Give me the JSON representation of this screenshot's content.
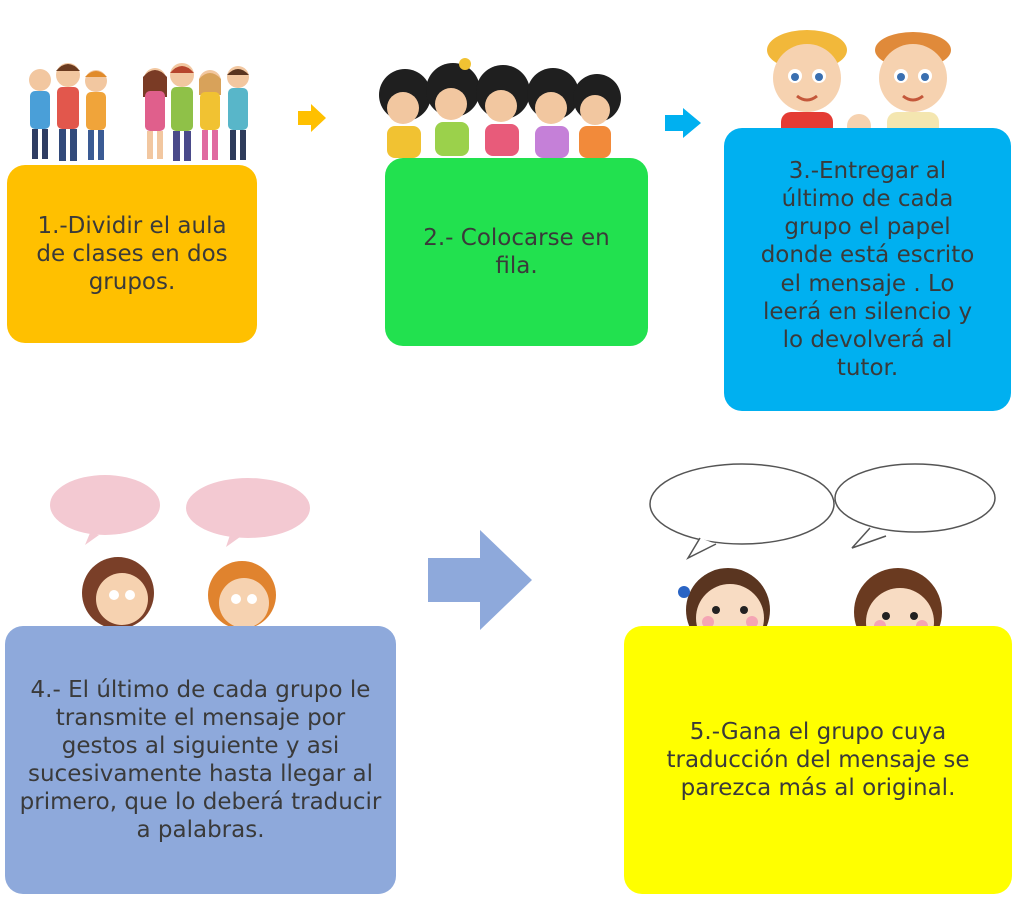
{
  "steps": [
    {
      "text": "1.-Dividir el aula de clases en dos grupos.",
      "color": "#FFC000"
    },
    {
      "text": "2.- Colocarse en fila.",
      "color": "#22E14F"
    },
    {
      "text": "3.-Entregar al último de cada grupo el papel donde está escrito el mensaje . Lo leerá en silencio y lo devolverá al tutor.",
      "color": "#00B0F0"
    },
    {
      "text": "4.- El último de cada grupo le transmite el mensaje por gestos al siguiente y asi sucesivamente hasta llegar al primero, que lo deberá traducir a palabras.",
      "color": "#8EA9DB"
    },
    {
      "text": "5.-Gana el grupo cuya traducción del mensaje se parezca más al original.",
      "color": "#FFFF00"
    }
  ],
  "arrows": [
    {
      "color": "#FFC000"
    },
    {
      "color": "#00B0F0"
    },
    {
      "color": "#8EA9DB"
    }
  ],
  "illustrations": [
    {
      "icon": "group-of-children-illustration"
    },
    {
      "icon": "children-in-line-illustration"
    },
    {
      "icon": "two-boys-holding-hands-illustration"
    },
    {
      "icon": "children-with-pink-speech-bubbles-illustration"
    },
    {
      "icon": "children-with-empty-speech-bubbles-illustration"
    }
  ]
}
